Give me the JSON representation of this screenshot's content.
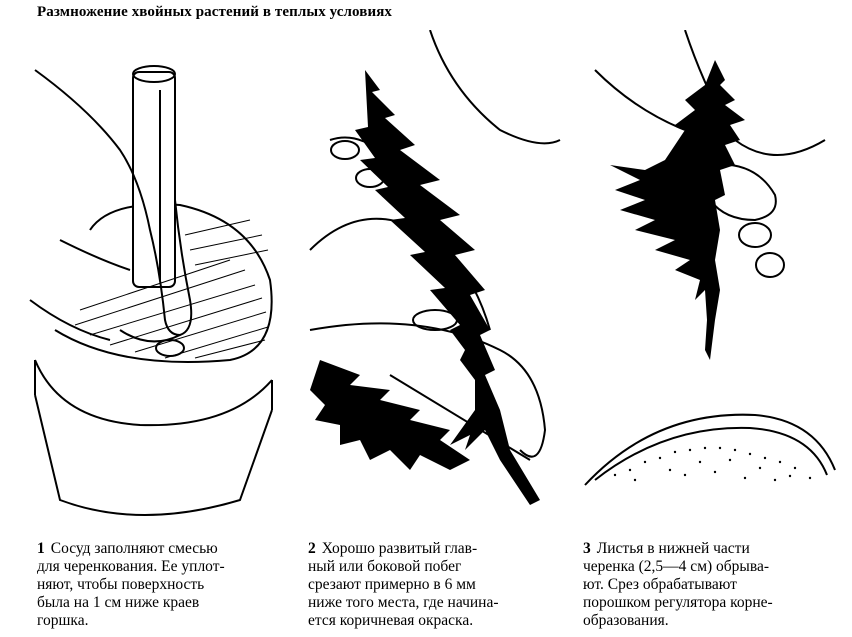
{
  "title": "Размножение хвойных растений в теплых условиях",
  "steps": [
    {
      "number": "1",
      "text": "Сосуд заполняют смесью\nдля черенкования. Ее уплот-\nняют, чтобы поверхность\nбыла на 1 см ниже краев\nгоршка."
    },
    {
      "number": "2",
      "text": "Хорошо развитый глав-\nный или боковой побег\nсрезают примерно в 6 мм\nниже того места, где начина-\nется коричневая окраска."
    },
    {
      "number": "3",
      "text": "Листья в нижней части\nчеренка (2,5—4 см) обрыва-\nют. Срез обрабатывают\nпорошком регулятора корне-\nобразования."
    }
  ]
}
